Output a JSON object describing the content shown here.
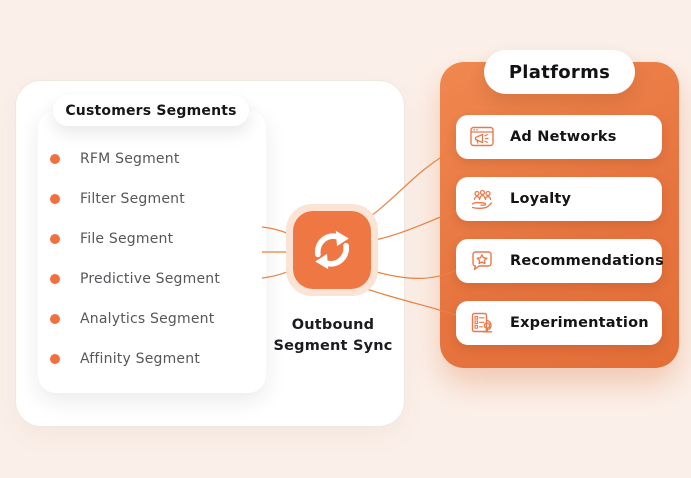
{
  "colors": {
    "page_background": "#FBF0E9",
    "accent_orange": "#EF7743",
    "panel_orange": "#E77540",
    "peach_halo": "#FBE4D6",
    "connector_line": "#E9813F",
    "dot_orange": "#F2703C",
    "text_dark": "#161618",
    "text_gray": "#57575B"
  },
  "left_panel": {
    "title": "Customers Segments",
    "items": [
      {
        "label": "RFM Segment"
      },
      {
        "label": "Filter Segment"
      },
      {
        "label": "File Segment"
      },
      {
        "label": "Predictive Segment"
      },
      {
        "label": "Analytics Segment"
      },
      {
        "label": "Affinity Segment"
      }
    ]
  },
  "sync": {
    "icon": "sync-arrows-icon",
    "label_line1": "Outbound",
    "label_line2": "Segment Sync"
  },
  "right_panel": {
    "title": "Platforms",
    "items": [
      {
        "label": "Ad Networks",
        "icon": "ad-networks-icon"
      },
      {
        "label": "Loyalty",
        "icon": "loyalty-icon"
      },
      {
        "label": "Recommendations",
        "icon": "recommendations-icon"
      },
      {
        "label": "Experimentation",
        "icon": "experimentation-icon"
      }
    ]
  }
}
